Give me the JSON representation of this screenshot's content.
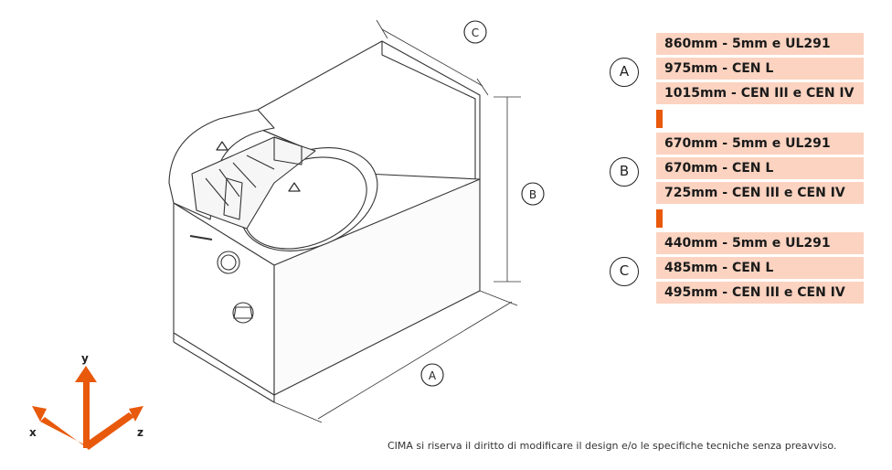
{
  "dimension_labels": {
    "a": "A",
    "b": "B",
    "c": "C"
  },
  "spec_groups": [
    {
      "letter": "A",
      "rows": [
        "860mm - 5mm e UL291",
        "975mm - CEN L",
        "1015mm - CEN III e CEN IV"
      ]
    },
    {
      "letter": "B",
      "rows": [
        "670mm - 5mm e UL291",
        "670mm - CEN L",
        "725mm - CEN III e CEN IV"
      ]
    },
    {
      "letter": "C",
      "rows": [
        "440mm - 5mm e UL291",
        "485mm - CEN L",
        "495mm - CEN III e CEN IV"
      ]
    }
  ],
  "axes": {
    "x": "x",
    "y": "y",
    "z": "z"
  },
  "disclaimer": "CIMA si riserva il diritto di modificare il design e/o le specifiche tecniche senza preavviso.",
  "colors": {
    "accent": "#e8590c",
    "row_bg": "#fbd3c0",
    "line": "#333333"
  }
}
